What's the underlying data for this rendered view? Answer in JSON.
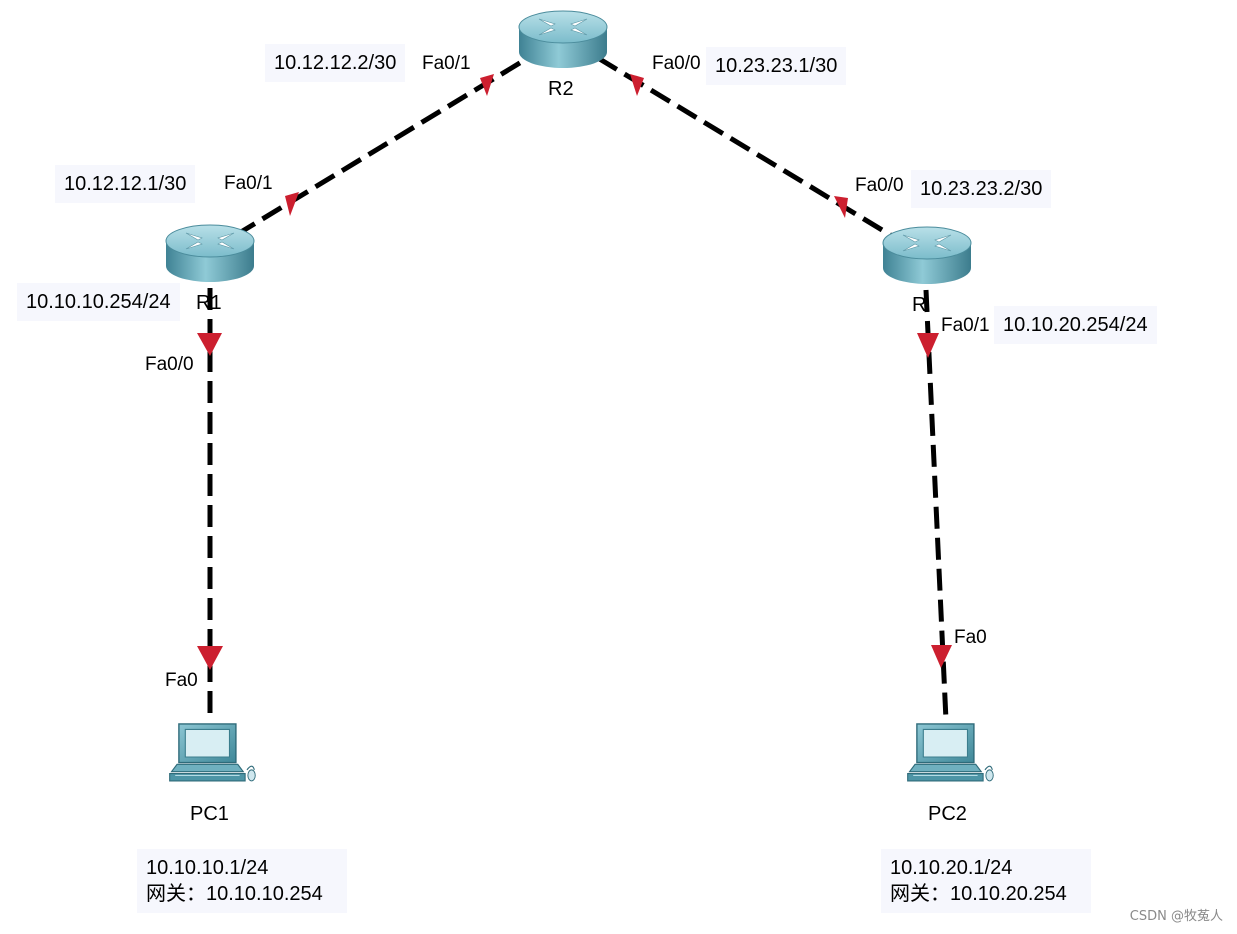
{
  "devices": {
    "r1": {
      "label": "R1"
    },
    "r2": {
      "label": "R2"
    },
    "r3": {
      "label": "R"
    },
    "pc1": {
      "label": "PC1"
    },
    "pc2": {
      "label": "PC2"
    }
  },
  "interfaces": {
    "r2_fa01": "Fa0/1",
    "r2_fa00": "Fa0/0",
    "r1_fa01": "Fa0/1",
    "r1_fa00": "Fa0/0",
    "r3_fa00": "Fa0/0",
    "r3_fa01": "Fa0/1",
    "pc1_fa0": "Fa0",
    "pc2_fa0": "Fa0"
  },
  "notes": {
    "r2_left_ip": "10.12.12.2/30",
    "r2_right_ip": "10.23.23.1/30",
    "r1_wan_ip": "10.12.12.1/30",
    "r1_lan_ip": "10.10.10.254/24",
    "r3_wan_ip": "10.23.23.2/30",
    "r3_lan_ip": "10.10.20.254/24",
    "pc1_ip": "10.10.10.1/24",
    "pc1_gateway": "网关：10.10.10.254",
    "pc2_ip": "10.10.20.1/24",
    "pc2_gateway": "网关：10.10.20.254"
  },
  "links": [
    {
      "from": "R1",
      "to": "R2",
      "style": "dashed"
    },
    {
      "from": "R2",
      "to": "R",
      "style": "dashed"
    },
    {
      "from": "R1",
      "to": "PC1",
      "style": "dashed"
    },
    {
      "from": "R",
      "to": "PC2",
      "style": "dashed"
    }
  ],
  "colors": {
    "link": "#000000",
    "port_marker": "#cc1f2f",
    "router_body": "#5ea3b4",
    "note_bg": "#f6f7fd"
  },
  "watermark": "CSDN @牧菟人"
}
